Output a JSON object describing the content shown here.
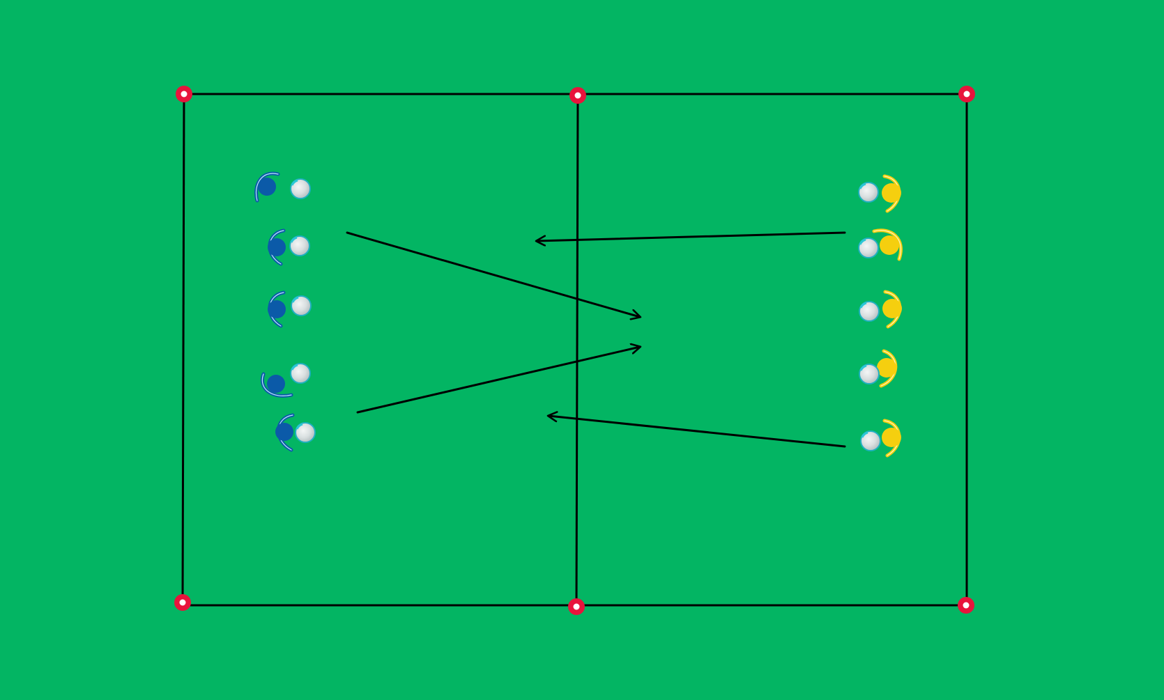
{
  "colors": {
    "pitch": "#03b563",
    "lines": "#000000",
    "cone": "#e8143c",
    "team_blue": "#0b5aa8",
    "team_yellow": "#f5cf0f",
    "ball": "#e6eef0",
    "ball_highlight": "#2bc7d6"
  },
  "diagram": {
    "field": "rectangular-grid-split-in-two-halves",
    "cone_count": 6,
    "teams": [
      {
        "name": "",
        "color": "blue",
        "side": "left",
        "players": 5,
        "each_with_ball": true,
        "facing": "right"
      },
      {
        "name": "",
        "color": "yellow",
        "side": "right",
        "players": 5,
        "each_with_ball": true,
        "facing": "left"
      }
    ],
    "passes": [
      {
        "from": "blue",
        "direction": "diagonal-down-right",
        "target": "right-half"
      },
      {
        "from": "blue",
        "direction": "diagonal-up-right",
        "target": "right-half"
      },
      {
        "from": "yellow",
        "direction": "left",
        "target": "left-half"
      },
      {
        "from": "yellow",
        "direction": "left-slightly-up",
        "target": "left-half"
      }
    ]
  }
}
